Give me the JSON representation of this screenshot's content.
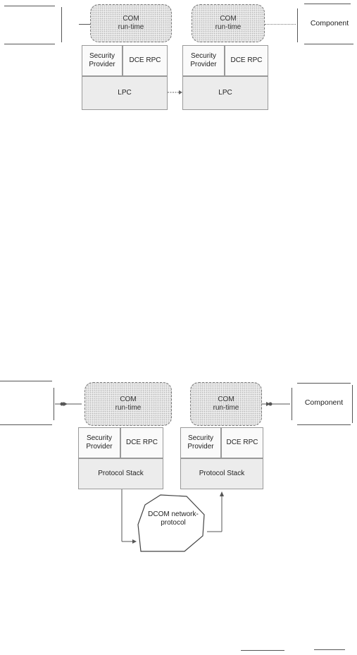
{
  "top_diagram": {
    "left": {
      "runtime_label": "COM\nrun-time",
      "security_label": "Security\nProvider",
      "rpc_label": "DCE RPC",
      "transport_label": "LPC"
    },
    "right": {
      "runtime_label": "COM\nrun-time",
      "security_label": "Security\nProvider",
      "rpc_label": "DCE RPC",
      "transport_label": "LPC"
    },
    "component_label": "Component"
  },
  "bottom_diagram": {
    "left": {
      "runtime_label": "COM\nrun-time",
      "security_label": "Security\nProvider",
      "rpc_label": "DCE RPC",
      "transport_label": "Protocol Stack"
    },
    "right": {
      "runtime_label": "COM\nrun-time",
      "security_label": "Security\nProvider",
      "rpc_label": "DCE RPC",
      "transport_label": "Protocol Stack"
    },
    "component_label": "Component",
    "network_label": "DCOM network-\nprotocol"
  },
  "colors": {
    "shading": "#ececec",
    "line": "#555555",
    "text": "#222222"
  }
}
